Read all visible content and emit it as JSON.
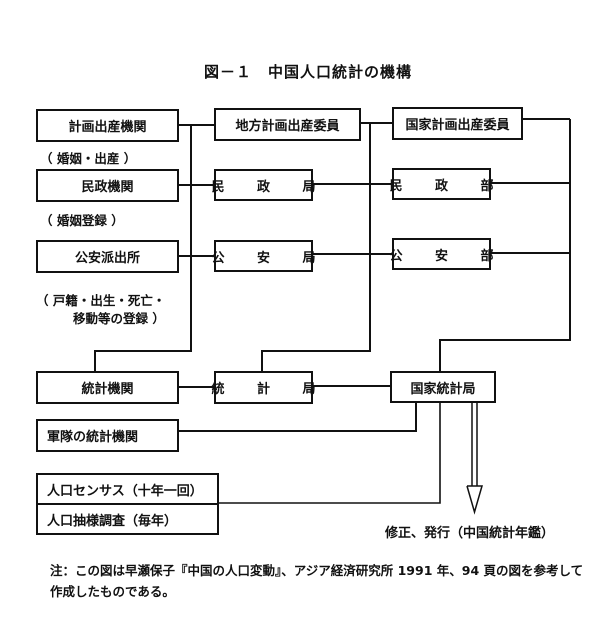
{
  "title": "図－１　中国人口統計の機構",
  "left_column": {
    "family_planning_agency": "計画出産機関",
    "family_planning_note": "（ 婚姻・出産 ）",
    "civil_affairs_agency": "民政機関",
    "civil_affairs_note": "（ 婚姻登録 ）",
    "police_station": "公安派出所",
    "police_note_line1": "（ 戸籍・出生・死亡・",
    "police_note_line2": "移動等の登録 ）",
    "statistics_agency": "統計機関",
    "military_statistics": "軍隊の統計機関",
    "census": "人口センサス（十年一回）",
    "sample_survey": "人口抽様調査（毎年）"
  },
  "middle_column": {
    "local_family_planning": "地方計画出産委員",
    "civil_affairs_bureau": "民 政 局",
    "public_security_bureau": "公 安 局",
    "statistics_bureau": "統 計 局"
  },
  "right_column": {
    "national_family_planning": "国家計画出産委員",
    "civil_affairs_ministry": "民 政 部",
    "public_security_ministry": "公 安 部",
    "national_statistics_bureau": "国家統計局"
  },
  "output_label": "修正、発行（中国統計年鑑）",
  "footnote": "注：この図は早瀬保子『中国の人口変動』、アジア経済研究所 1991 年、94 頁の図を参考して作成したものである。"
}
